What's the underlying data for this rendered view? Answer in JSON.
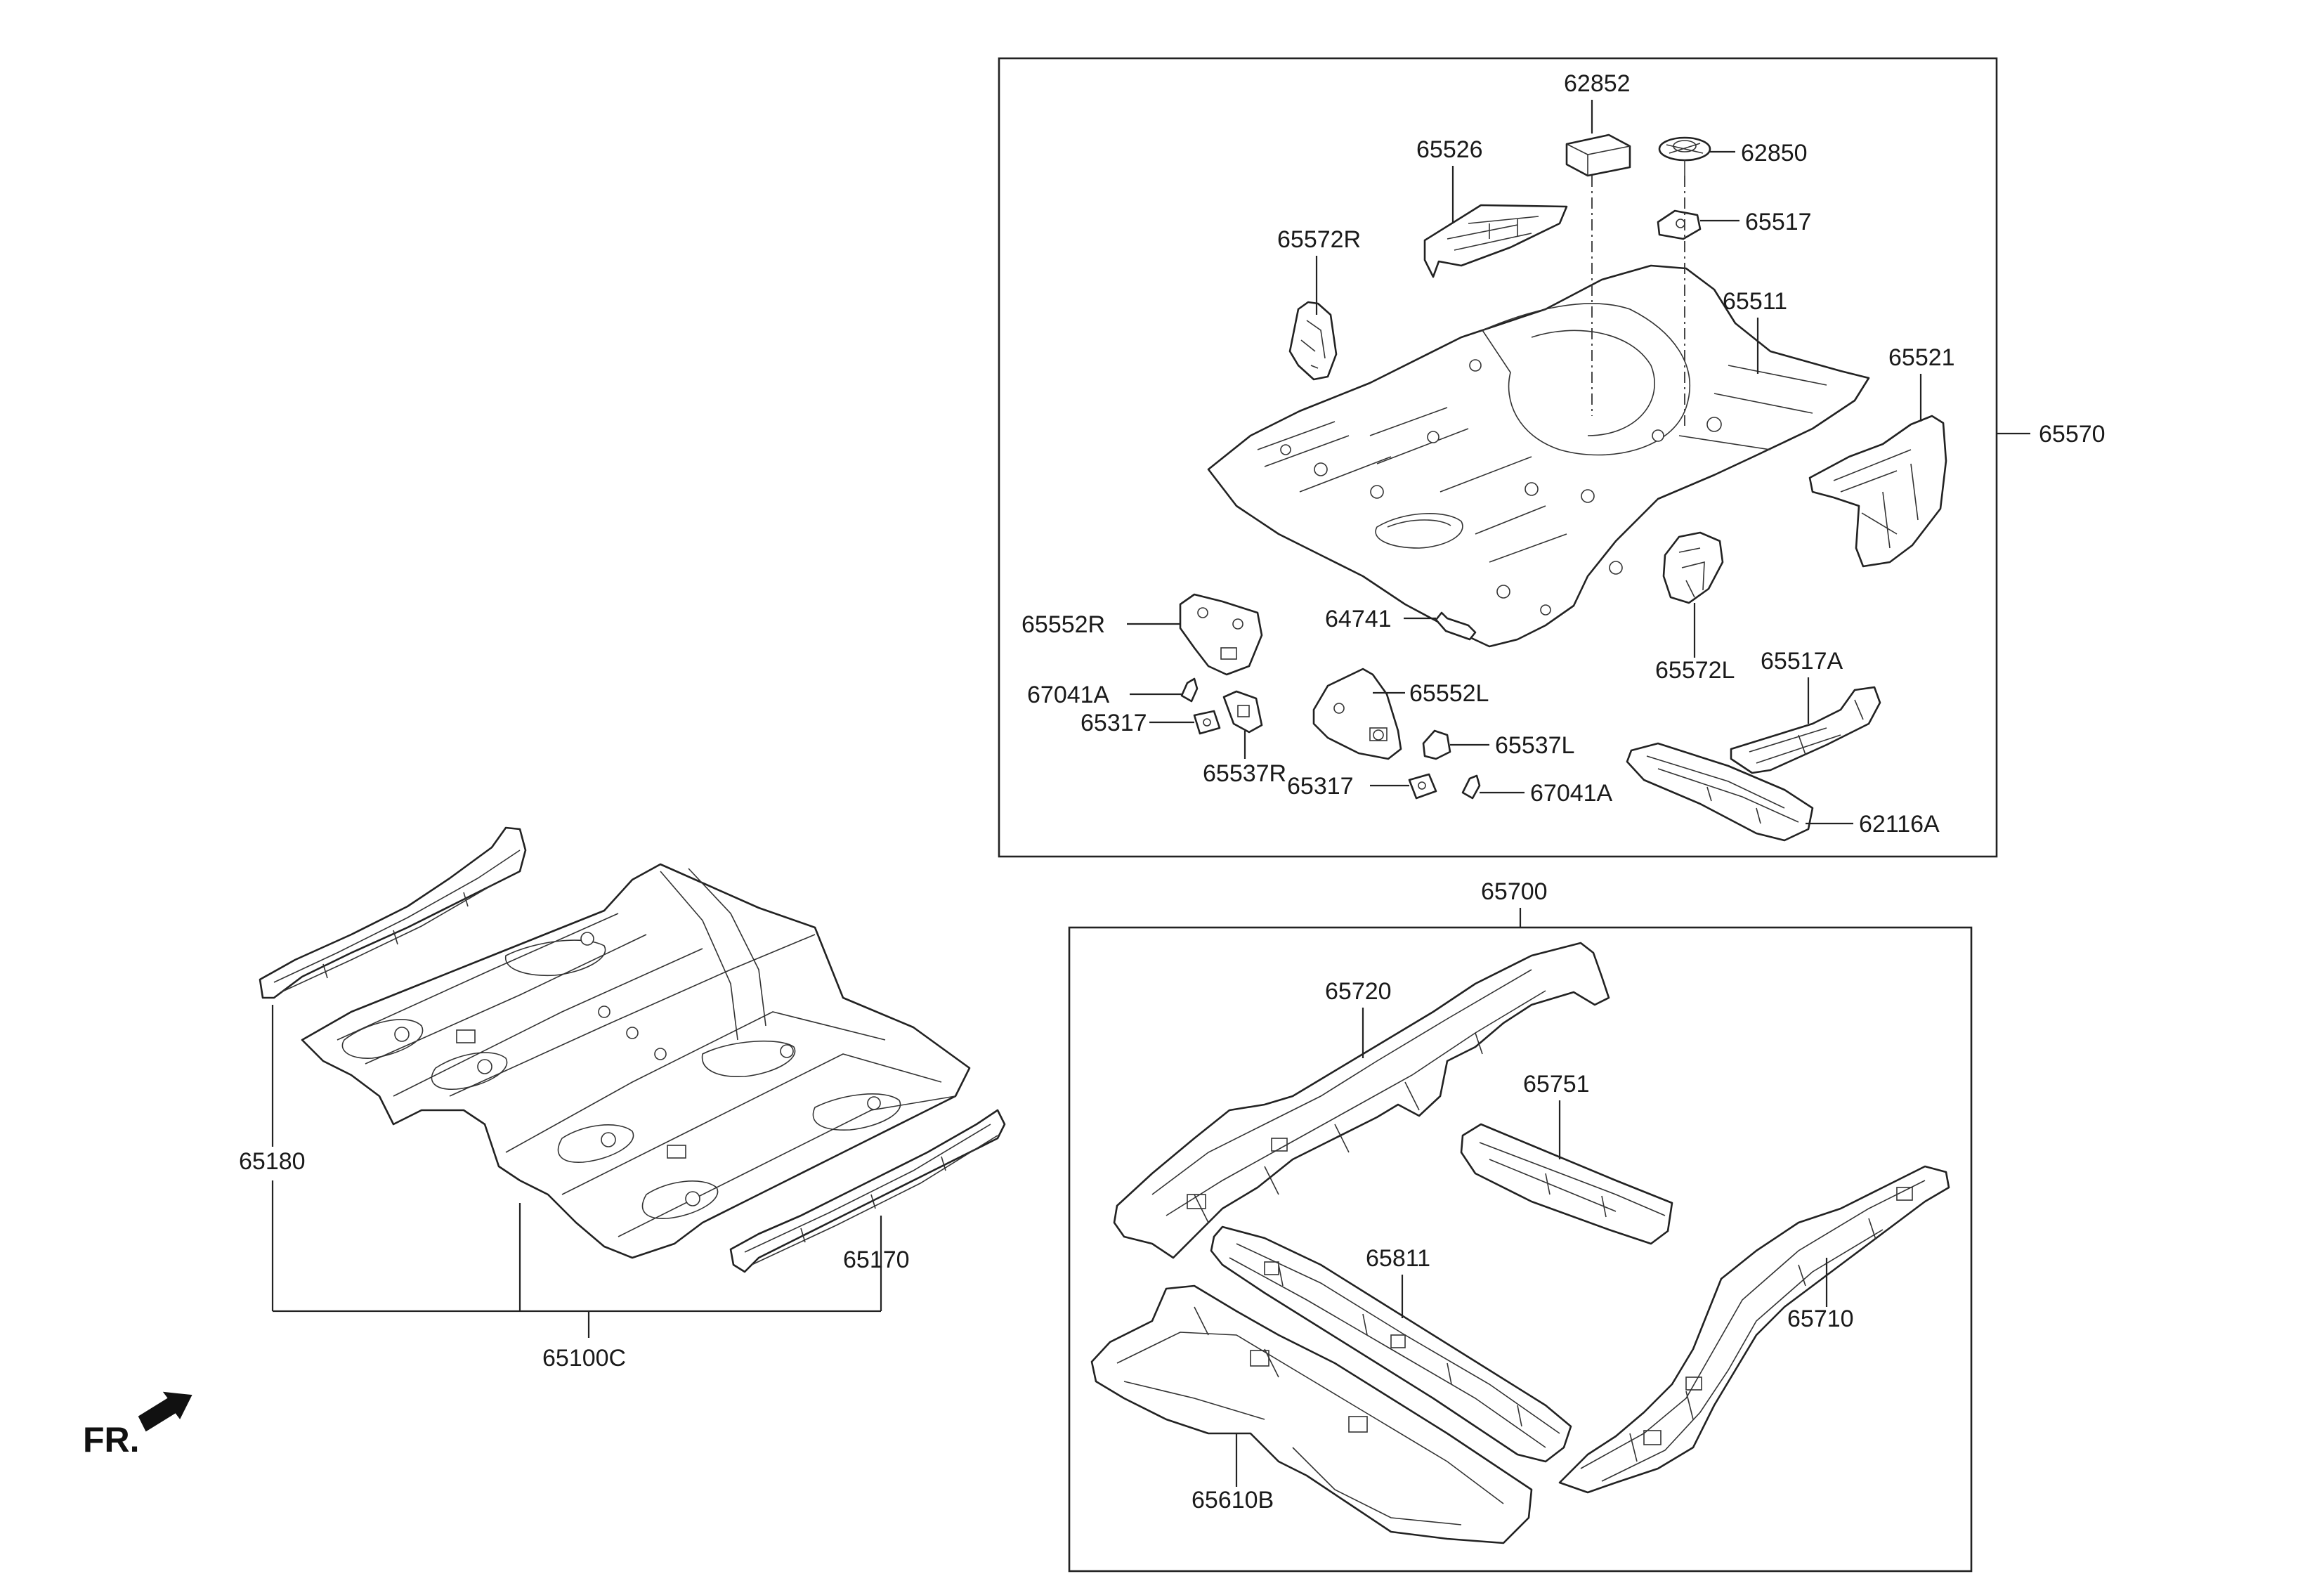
{
  "groups": {
    "rear_floor": "65570",
    "rear_member": "65700",
    "center_floor": "65100C"
  },
  "labels": {
    "p62852": "62852",
    "p62850": "62850",
    "p65526": "65526",
    "p65517": "65517",
    "p65572R": "65572R",
    "p65511": "65511",
    "p65521": "65521",
    "p65552R": "65552R",
    "p64741": "64741",
    "p65572L": "65572L",
    "p65517A": "65517A",
    "p67041A_r": "67041A",
    "p65317_r": "65317",
    "p65552L": "65552L",
    "p65537R": "65537R",
    "p65537L": "65537L",
    "p65317_l": "65317",
    "p67041A_l": "67041A",
    "p62116A": "62116A",
    "p65720": "65720",
    "p65751": "65751",
    "p65811": "65811",
    "p65710": "65710",
    "p65610B": "65610B",
    "p65180": "65180",
    "p65170": "65170"
  },
  "direction": {
    "text": "FR.",
    "icon": "front-direction-arrow-icon"
  },
  "colors": {
    "line": "#222222",
    "background": "#ffffff"
  }
}
